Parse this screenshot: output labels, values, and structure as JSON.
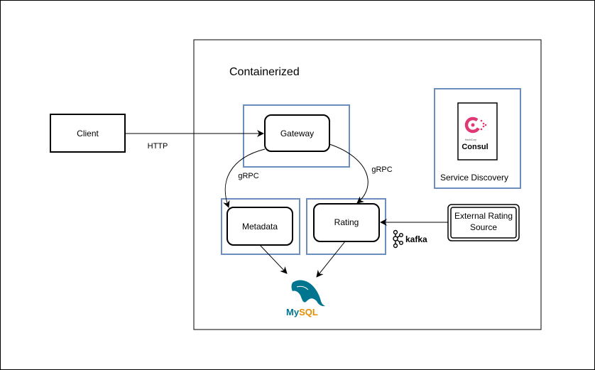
{
  "container": {
    "title": "Containerized"
  },
  "nodes": {
    "client": "Client",
    "gateway": "Gateway",
    "metadata": "Metadata",
    "rating": "Rating",
    "external": {
      "line1": "External Rating",
      "line2": "Source"
    },
    "service_discovery": "Service Discovery"
  },
  "edges": {
    "client_gateway": "HTTP",
    "gateway_metadata": "gRPC",
    "gateway_rating": "gRPC"
  },
  "logos": {
    "consul": {
      "wordmark": "Consul",
      "small": "HashiCorp",
      "color": "#e03875"
    },
    "kafka": {
      "wordmark": "kafka"
    },
    "mysql": {
      "word_my": "My",
      "word_sql": "SQL",
      "blue": "#00758f",
      "orange": "#e48e00"
    }
  },
  "colors": {
    "frame_blue": "#6c8ebf",
    "stroke": "#000000"
  }
}
